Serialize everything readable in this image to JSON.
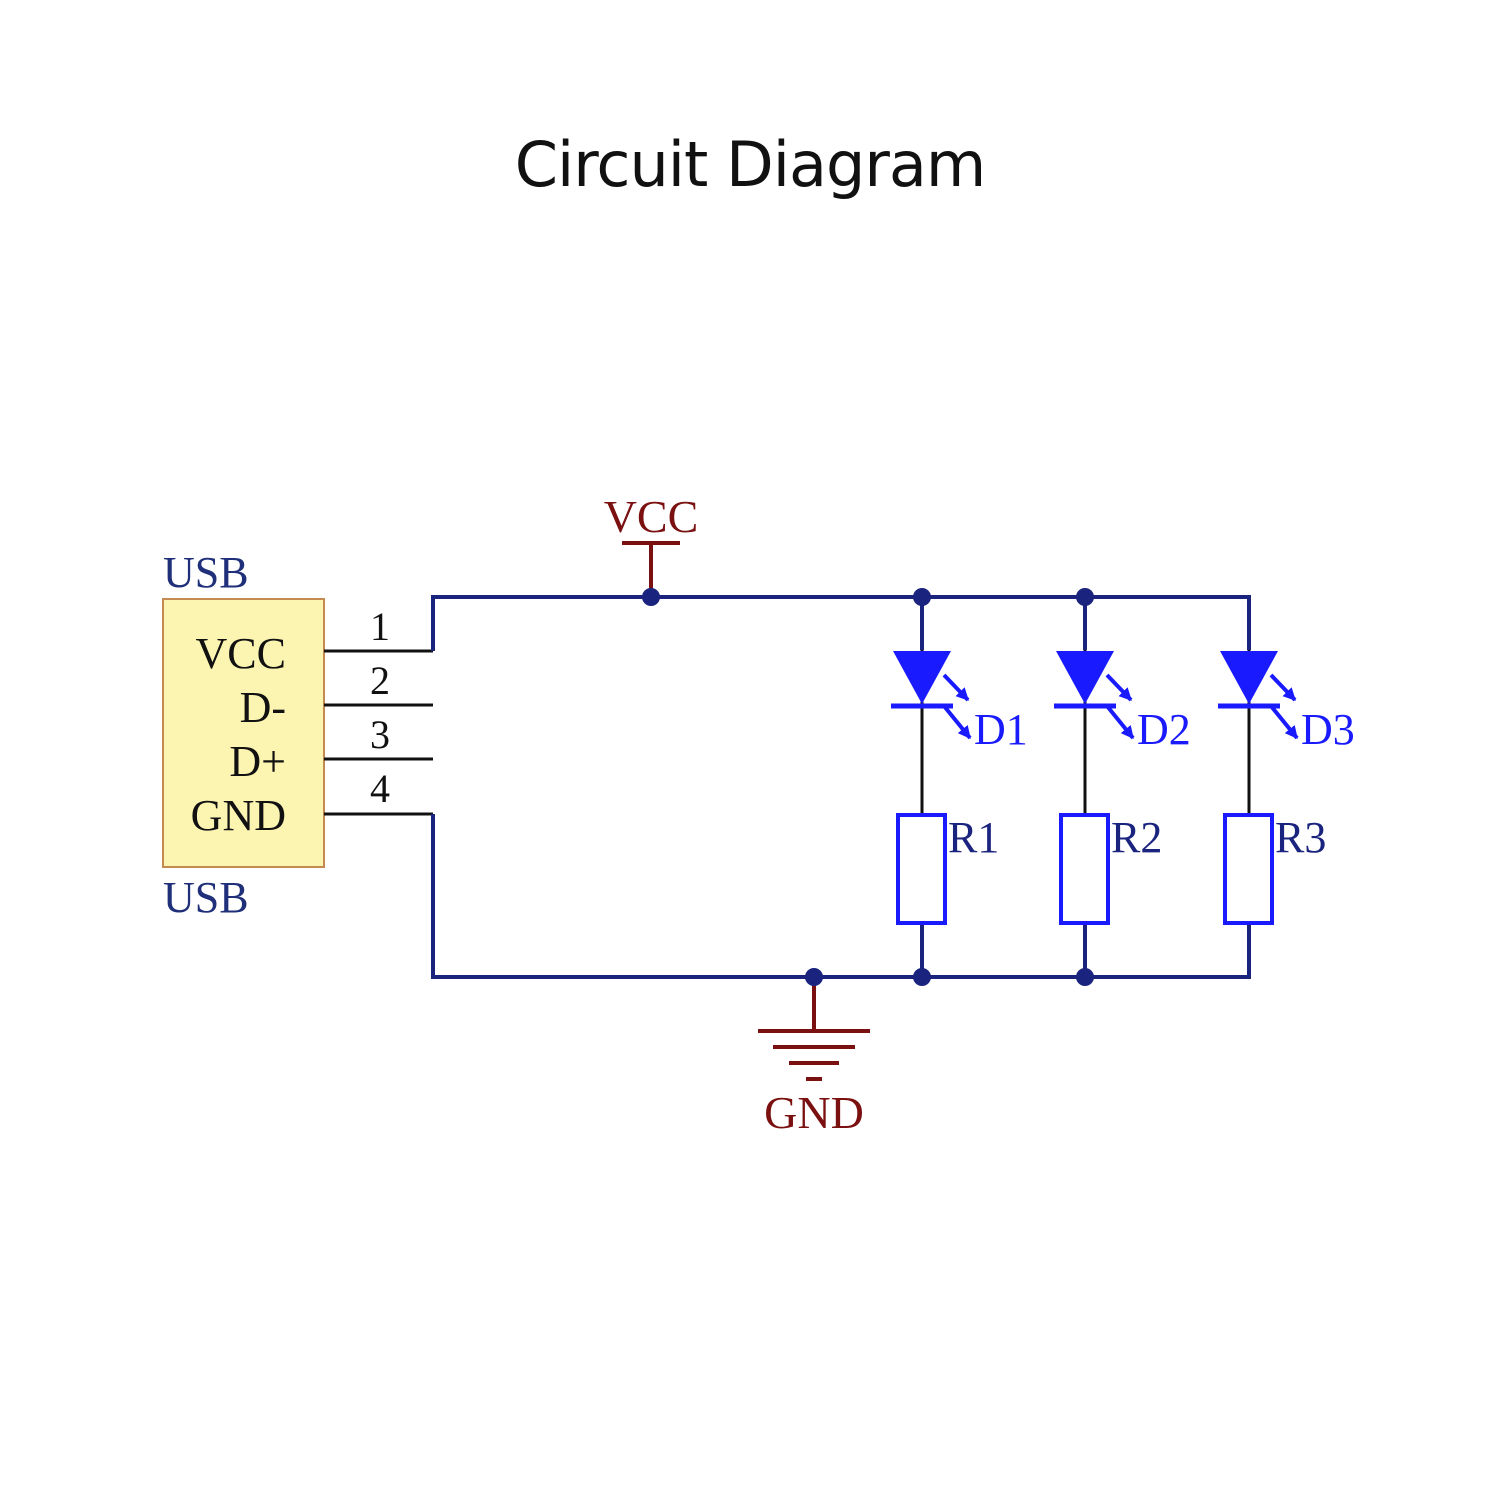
{
  "title": "Circuit Diagram",
  "colors": {
    "wire": "#1a237e",
    "label_navy": "#1f2f7a",
    "component_blue": "#1a1aff",
    "power_red": "#7a1010",
    "connector_fill": "#fcf5b2",
    "connector_border": "#c48a52",
    "pin_line": "#111111",
    "background": "#ffffff"
  },
  "connector": {
    "label_top": "USB",
    "label_bottom": "USB",
    "pins": [
      {
        "number": "1",
        "name": "VCC"
      },
      {
        "number": "2",
        "name": "D-"
      },
      {
        "number": "3",
        "name": "D+"
      },
      {
        "number": "4",
        "name": "GND"
      }
    ]
  },
  "power": {
    "vcc_label": "VCC",
    "gnd_label": "GND"
  },
  "leds": [
    {
      "label": "D1"
    },
    {
      "label": "D2"
    },
    {
      "label": "D3"
    }
  ],
  "resistors": [
    {
      "label": "R1"
    },
    {
      "label": "R2"
    },
    {
      "label": "R3"
    }
  ],
  "icons": {
    "vcc": "vcc-power-symbol-icon",
    "gnd": "ground-symbol-icon",
    "led": "led-diode-icon",
    "resistor": "resistor-icon"
  }
}
